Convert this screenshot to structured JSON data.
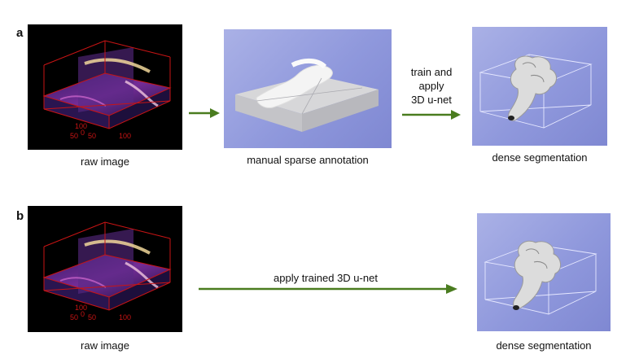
{
  "panels": {
    "a": {
      "letter": "a",
      "raw_caption": "raw image",
      "annotation_caption": "manual sparse annotation",
      "step_label_lines": [
        "train and",
        "apply",
        "3D u-net"
      ],
      "result_caption": "dense segmentation"
    },
    "b": {
      "letter": "b",
      "raw_caption": "raw image",
      "step_label": "apply trained 3D u-net",
      "result_caption": "dense segmentation"
    }
  },
  "axis_ticks": {
    "t100": "100",
    "t50": "50",
    "t0": "0"
  },
  "colors": {
    "arrow": "#4a7c1f",
    "volume_background": "#9aa2e0",
    "raw_background": "#000000",
    "axis_red": "#c81414"
  }
}
